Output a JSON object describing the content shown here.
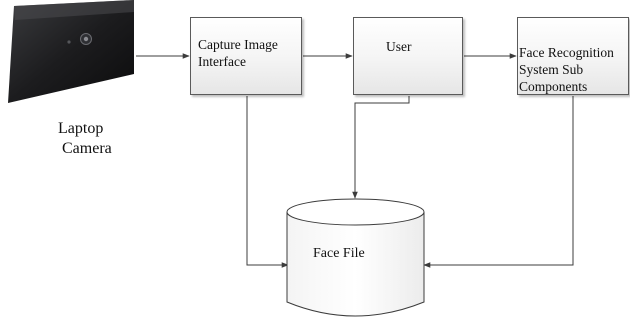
{
  "diagram": {
    "camera": {
      "label_lines": [
        "Laptop",
        "Camera"
      ]
    },
    "nodes": {
      "capture": {
        "label_lines": [
          "Capture Image",
          "Interface"
        ]
      },
      "user": {
        "label": "User"
      },
      "face_recognition": {
        "label_lines": [
          "Face Recognition",
          "System Sub",
          "Components"
        ]
      },
      "face_file": {
        "label": "Face File"
      }
    },
    "edges": [
      {
        "from": "camera",
        "to": "capture"
      },
      {
        "from": "capture",
        "to": "user"
      },
      {
        "from": "user",
        "to": "face_recognition"
      },
      {
        "from": "capture",
        "to": "face_file"
      },
      {
        "from": "user",
        "to": "face_file"
      },
      {
        "from": "face_recognition",
        "to": "face_file"
      }
    ],
    "colors": {
      "stroke": "#3c3c3c",
      "laptop_body": "#1b1b1d"
    }
  }
}
